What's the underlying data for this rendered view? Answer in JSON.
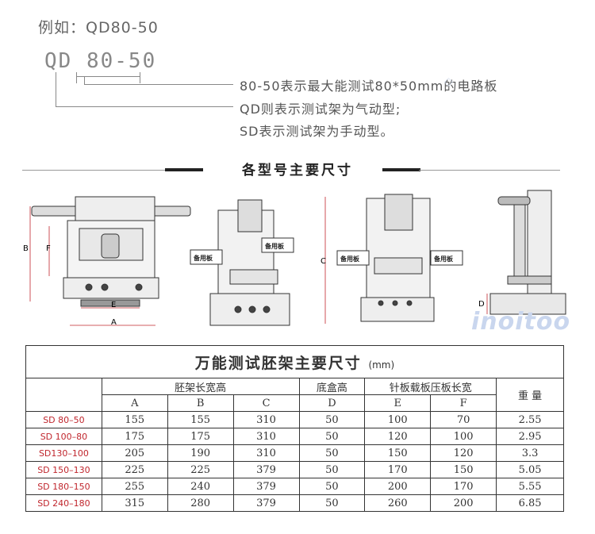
{
  "example_label": "例如：QD80-50",
  "model_code": {
    "prefix": "QD",
    "size": "80-50"
  },
  "descriptions": [
    "80-50表示最大能测试80*50mm的电路板",
    "QD则表示测试架为气动型;",
    "SD表示测试架为手动型。"
  ],
  "section_title": "各型号主要尺寸",
  "figures": {
    "front_labels": {
      "B": "B",
      "F": "F",
      "E": "E",
      "A": "A"
    },
    "side_label_C": "C",
    "side_label_D": "D",
    "board_label": "备用板",
    "watermark": "inoitoo"
  },
  "table": {
    "title": "万能测试胚架主要尺寸",
    "unit": "(mm)",
    "group_headers": {
      "frame": "胚架长宽高",
      "base": "底盒高",
      "plate": "针板载板压板长宽",
      "weight": "重 量"
    },
    "col_headers": [
      "A",
      "B",
      "C",
      "D",
      "E",
      "F"
    ],
    "rows": [
      {
        "model": "SD 80–50",
        "A": "155",
        "B": "155",
        "C": "310",
        "D": "50",
        "E": "100",
        "F": "70",
        "W": "2.55"
      },
      {
        "model": "SD 100–80",
        "A": "175",
        "B": "175",
        "C": "310",
        "D": "50",
        "E": "120",
        "F": "100",
        "W": "2.95"
      },
      {
        "model": "SD130–100",
        "A": "205",
        "B": "190",
        "C": "310",
        "D": "50",
        "E": "150",
        "F": "120",
        "W": "3.3"
      },
      {
        "model": "SD 150–130",
        "A": "225",
        "B": "225",
        "C": "379",
        "D": "50",
        "E": "170",
        "F": "150",
        "W": "5.05"
      },
      {
        "model": "SD 180–150",
        "A": "255",
        "B": "240",
        "C": "379",
        "D": "50",
        "E": "200",
        "F": "170",
        "W": "5.55"
      },
      {
        "model": "SD 240–180",
        "A": "315",
        "B": "280",
        "C": "379",
        "D": "50",
        "E": "260",
        "F": "200",
        "W": "6.85"
      }
    ]
  },
  "colors": {
    "model_red": "#c0262d",
    "watermark_blue": "#c9d6ee"
  }
}
